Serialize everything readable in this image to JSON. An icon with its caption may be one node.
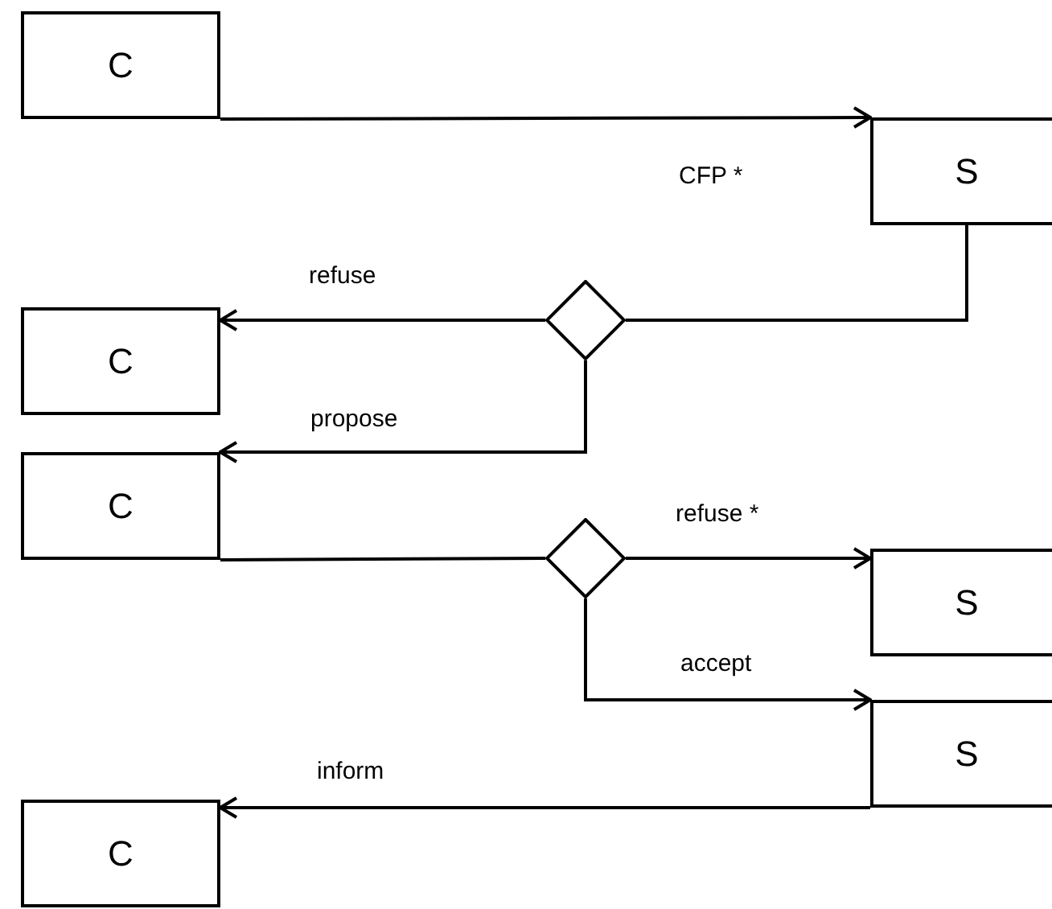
{
  "diagram": {
    "nodes": [
      {
        "text": [
          "C"
        ]
      },
      {
        "text": [
          "S"
        ]
      },
      {
        "text": [
          "C"
        ]
      },
      {
        "text": [],
        "shape": "diamond"
      },
      {
        "text": [
          "C"
        ]
      },
      {
        "text": [],
        "shape": "diamond"
      },
      {
        "text": [
          "S"
        ]
      },
      {
        "text": [
          "S"
        ]
      },
      {
        "text": [
          "C"
        ]
      }
    ],
    "edges": [
      {
        "from": 0,
        "to": 1,
        "arrow": "to",
        "label": "CFP *"
      },
      {
        "from": 1,
        "to": 3,
        "arrow": "none"
      },
      {
        "from": 3,
        "to": 2,
        "arrow": "to",
        "label": "refuse"
      },
      {
        "from": 3,
        "to": 4,
        "arrow": "to",
        "label": "propose"
      },
      {
        "from": 4,
        "to": 5,
        "arrow": "none"
      },
      {
        "from": 5,
        "to": 6,
        "arrow": "to",
        "label": "refuse *"
      },
      {
        "from": 5,
        "to": 7,
        "arrow": "to",
        "label": "accept"
      },
      {
        "from": 7,
        "to": 8,
        "arrow": "to",
        "label": "inform"
      }
    ]
  }
}
